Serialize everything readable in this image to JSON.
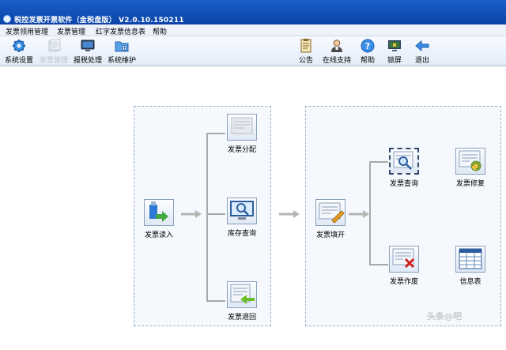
{
  "app": {
    "title": "税控发票开票软件（金税盘版） V2.0.10.150211"
  },
  "menu": [
    {
      "label": "发票领用管理"
    },
    {
      "label": "发票管理"
    },
    {
      "label": "红字发票信息表"
    },
    {
      "label": "帮助"
    }
  ],
  "toolbar": {
    "left": [
      {
        "label": "系统设置",
        "icon": "gear-icon"
      },
      {
        "label": "发票管理",
        "icon": "invoice-stack-icon",
        "disabled": true
      },
      {
        "label": "报税处理",
        "icon": "monitor-icon"
      },
      {
        "label": "系统维护",
        "icon": "folder-tools-icon"
      }
    ],
    "right": [
      {
        "label": "公告",
        "icon": "notice-board-icon"
      },
      {
        "label": "在线支持",
        "icon": "support-person-icon"
      },
      {
        "label": "帮助",
        "icon": "help-icon"
      },
      {
        "label": "锁屏",
        "icon": "lock-screen-icon"
      },
      {
        "label": "退出",
        "icon": "exit-arrow-icon"
      }
    ]
  },
  "flow": {
    "left_panel": {
      "read_in": "发票读入",
      "distribute": "发票分配",
      "stock_query": "库存查询",
      "return": "发票退回"
    },
    "right_panel": {
      "issue": "发票填开",
      "query": "发票查询",
      "void": "发票作废",
      "correct": "发票修复",
      "info_table": "信息表"
    }
  },
  "colors": {
    "titlebar": "#0b44a8",
    "menubar": "#eef3fb",
    "panel_bg": "#f5f8fc",
    "connector": "#a9a9a9",
    "arrow": "#b5b5b5"
  },
  "watermark": "头条@吧"
}
